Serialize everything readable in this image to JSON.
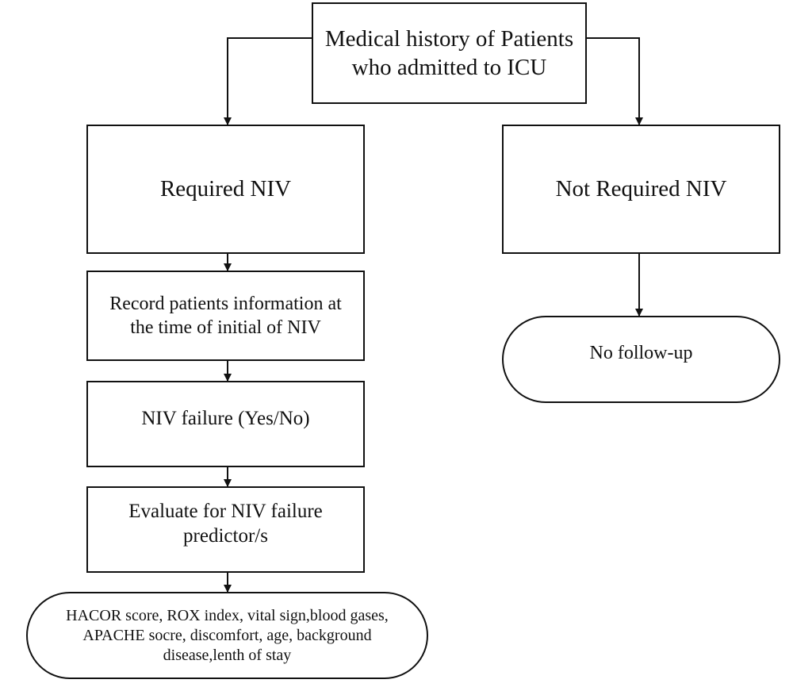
{
  "nodes": {
    "start": {
      "lines": [
        "Medical history of Patients",
        "who admitted to ICU"
      ]
    },
    "required": {
      "lines": [
        "Required NIV"
      ]
    },
    "not_required": {
      "lines": [
        "Not Required NIV"
      ]
    },
    "record": {
      "lines": [
        "Record patients information at",
        "the time of initial of NIV"
      ]
    },
    "failure": {
      "lines": [
        "NIV failure (Yes/No)"
      ]
    },
    "evaluate": {
      "lines": [
        "Evaluate for NIV failure",
        "predictor/s"
      ]
    },
    "predictors": {
      "lines": [
        "HACOR score, ROX index, vital sign,blood gases,",
        "APACHE socre, discomfort, age, background",
        "disease,lenth of stay"
      ]
    },
    "no_followup": {
      "lines": [
        "No follow-up"
      ]
    }
  },
  "edges": [
    {
      "from": "start",
      "to": "required"
    },
    {
      "from": "start",
      "to": "not_required"
    },
    {
      "from": "required",
      "to": "record"
    },
    {
      "from": "record",
      "to": "failure"
    },
    {
      "from": "failure",
      "to": "evaluate"
    },
    {
      "from": "evaluate",
      "to": "predictors"
    },
    {
      "from": "not_required",
      "to": "no_followup"
    }
  ]
}
